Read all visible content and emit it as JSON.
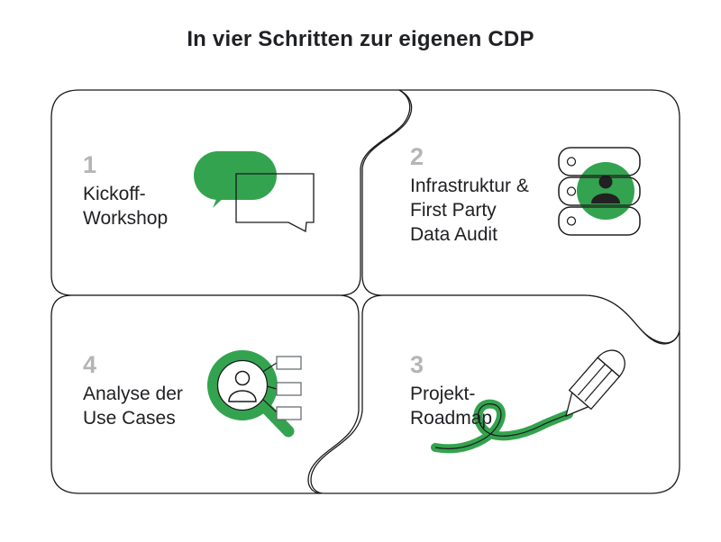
{
  "title": "In vier Schritten zur eigenen CDP",
  "colors": {
    "accent_green": "#34A34F",
    "outline": "#1A1A1A",
    "number_gray": "#B5B5B5",
    "text_dark": "#202124"
  },
  "steps": [
    {
      "number": "1",
      "icon": "speech-bubbles-icon",
      "lines": [
        "Kickoff-",
        "Workshop"
      ]
    },
    {
      "number": "2",
      "icon": "server-stack-user-icon",
      "lines": [
        "Infrastruktur &",
        "First Party",
        "Data Audit"
      ]
    },
    {
      "number": "3",
      "icon": "pencil-squiggle-icon",
      "lines": [
        "Projekt-",
        "Roadmap"
      ]
    },
    {
      "number": "4",
      "icon": "magnifier-user-list-icon",
      "lines": [
        "Analyse der",
        "Use Cases"
      ]
    }
  ]
}
